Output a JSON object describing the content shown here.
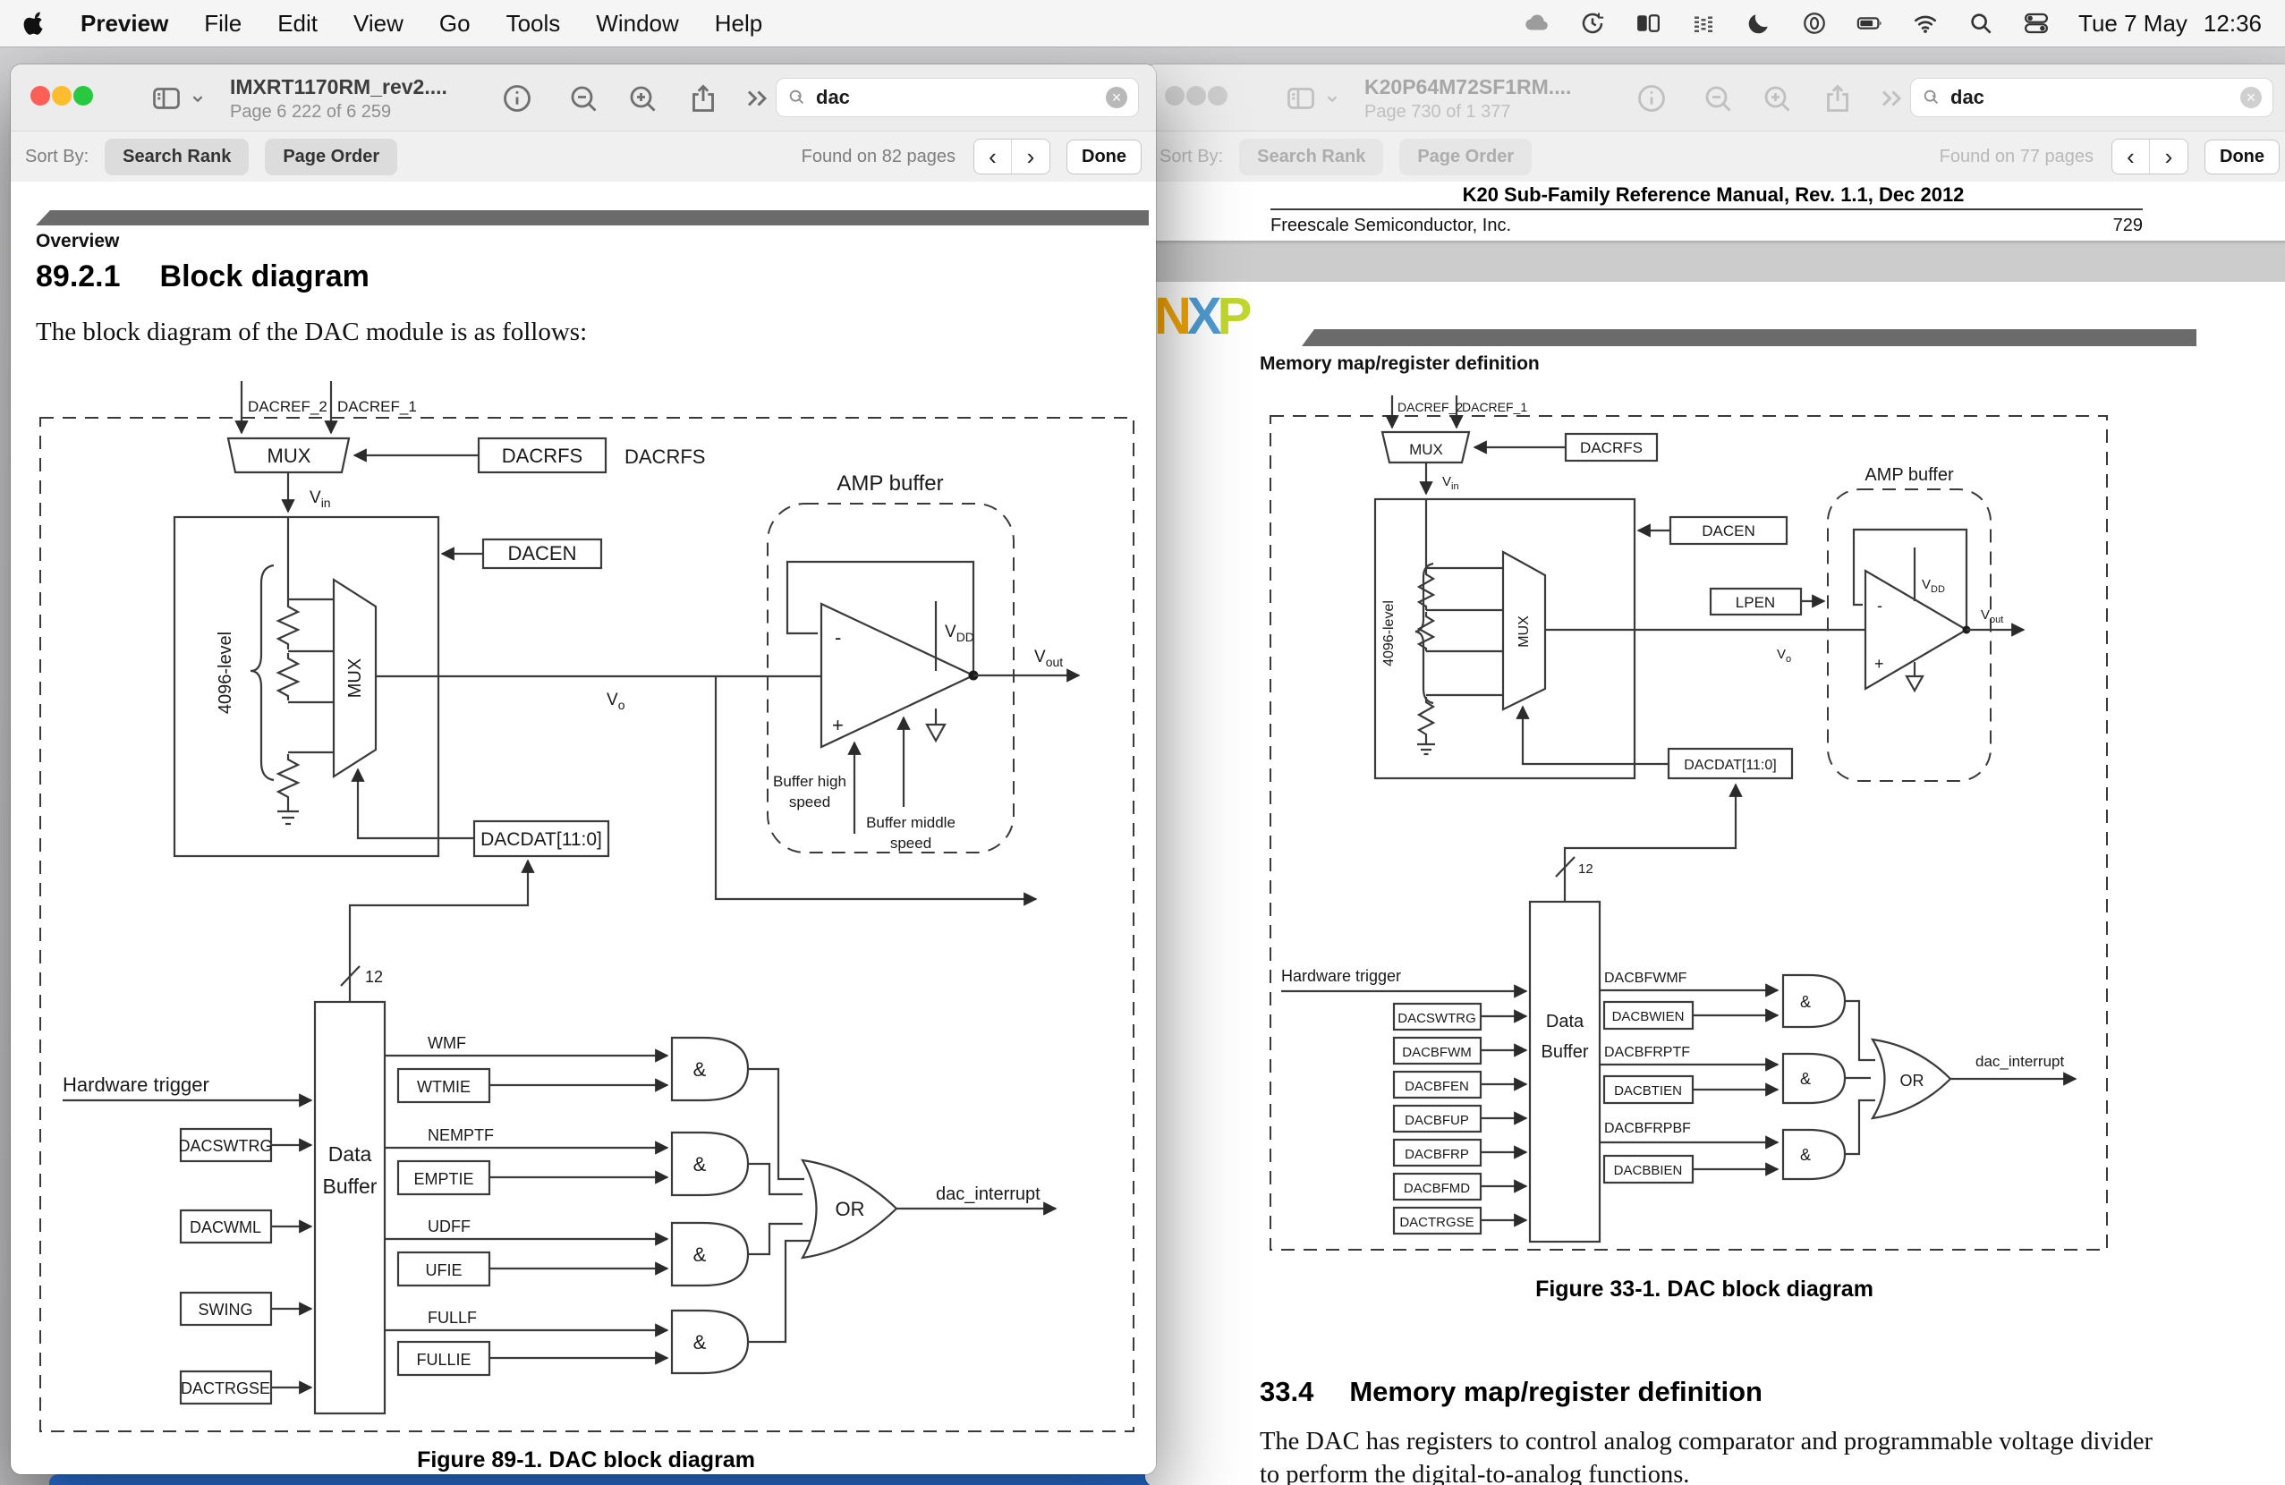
{
  "menu_bar": {
    "items": [
      "Preview",
      "File",
      "Edit",
      "View",
      "Go",
      "Tools",
      "Window",
      "Help"
    ],
    "clock_date": "Tue 7 May",
    "clock_time": "12:36"
  },
  "left_window": {
    "title": "IMXRT1170RM_rev2....",
    "page_info": "Page 6 222 of 6 259",
    "search_value": "dac",
    "find_bar": {
      "sort_by": "Sort By:",
      "search_rank": "Search Rank",
      "page_order": "Page Order",
      "found": "Found on 82 pages",
      "prev": "‹",
      "next": "›",
      "done": "Done"
    },
    "doc": {
      "running_head": "Overview",
      "section_number": "89.2.1",
      "section_title": "Block diagram",
      "intro": "The block diagram of the DAC module is as follows:",
      "figure_caption": "Figure 89-1. DAC block diagram"
    },
    "diagram": {
      "dacref2": "DACREF_2",
      "dacref1": "DACREF_1",
      "mux": "MUX",
      "dacrfs": "DACRFS",
      "dacrfs_outer": "DACRFS",
      "v": "V",
      "vin_sub": "in",
      "vo_sub": "o",
      "vdd_sub": "DD",
      "vout_sub": "out",
      "level_scale": "4096-level",
      "inner_mux": "MUX",
      "dacen": "DACEN",
      "dacdat": "DACDAT[11:0]",
      "amp_buffer": "AMP buffer",
      "minus": "-",
      "plus": "+",
      "buffer_high_line1": "Buffer high",
      "buffer_high_line2": "speed",
      "buffer_middle_line1": "Buffer middle",
      "buffer_middle_line2": "speed",
      "bus_width": "12",
      "hardware_trigger": "Hardware trigger",
      "data_buffer_line1": "Data",
      "data_buffer_line2": "Buffer",
      "regs": [
        "DACSWTRG",
        "DACWML",
        "SWING",
        "DACTRGSE"
      ],
      "flags": [
        "WMF",
        "NEMPTF",
        "UDFF",
        "FULLF"
      ],
      "enables": [
        "WTMIE",
        "EMPTIE",
        "UFIE",
        "FULLIE"
      ],
      "and_gate": "&",
      "or_gate": "OR",
      "interrupt": "dac_interrupt"
    }
  },
  "right_window": {
    "title": "K20P64M72SF1RM....",
    "page_info": "Page 730 of 1 377",
    "search_value": "dac",
    "find_bar": {
      "sort_by": "Sort By:",
      "search_rank": "Search Rank",
      "page_order": "Page Order",
      "found": "Found on 77 pages",
      "prev": "‹",
      "next": "›",
      "done": "Done"
    },
    "page_729": {
      "footer_title": "K20 Sub-Family Reference Manual, Rev. 1.1, Dec 2012",
      "publisher": "Freescale Semiconductor, Inc.",
      "page_number": "729"
    },
    "page_730": {
      "logo_n": "N",
      "logo_x": "X",
      "logo_p": "P",
      "running_head": "Memory map/register definition",
      "figure_caption": "Figure 33-1. DAC block diagram",
      "section_number": "33.4",
      "section_title": "Memory map/register definition",
      "body_line1": "The DAC has registers to control analog comparator and programmable voltage divider",
      "body_line2": "to perform the digital-to-analog functions."
    },
    "diagram": {
      "dacref2": "DACREF_2",
      "dacref1": "DACREF_1",
      "mux": "MUX",
      "dacrfs": "DACRFS",
      "v": "V",
      "vin_sub": "in",
      "vo_sub": "o",
      "vdd_sub": "DD",
      "vout_sub": "out",
      "level_scale": "4096-level",
      "inner_mux": "MUX",
      "dacen": "DACEN",
      "lpen": "LPEN",
      "dacdat": "DACDAT[11:0]",
      "amp_buffer": "AMP buffer",
      "minus": "-",
      "plus": "+",
      "bus_width": "12",
      "hardware_trigger": "Hardware trigger",
      "data_buffer_line1": "Data",
      "data_buffer_line2": "Buffer",
      "regs": [
        "DACSWTRG",
        "DACBFWM",
        "DACBFEN",
        "DACBFUP",
        "DACBFRP",
        "DACBFMD",
        "DACTRGSE"
      ],
      "flags": [
        "DACBFWMF",
        "DACBFRPTF",
        "DACBFRPBF"
      ],
      "enables": [
        "DACBWIEN",
        "DACBTIEN",
        "DACBBIEN"
      ],
      "and_gate": "&",
      "or_gate": "OR",
      "interrupt": "dac_interrupt"
    }
  }
}
